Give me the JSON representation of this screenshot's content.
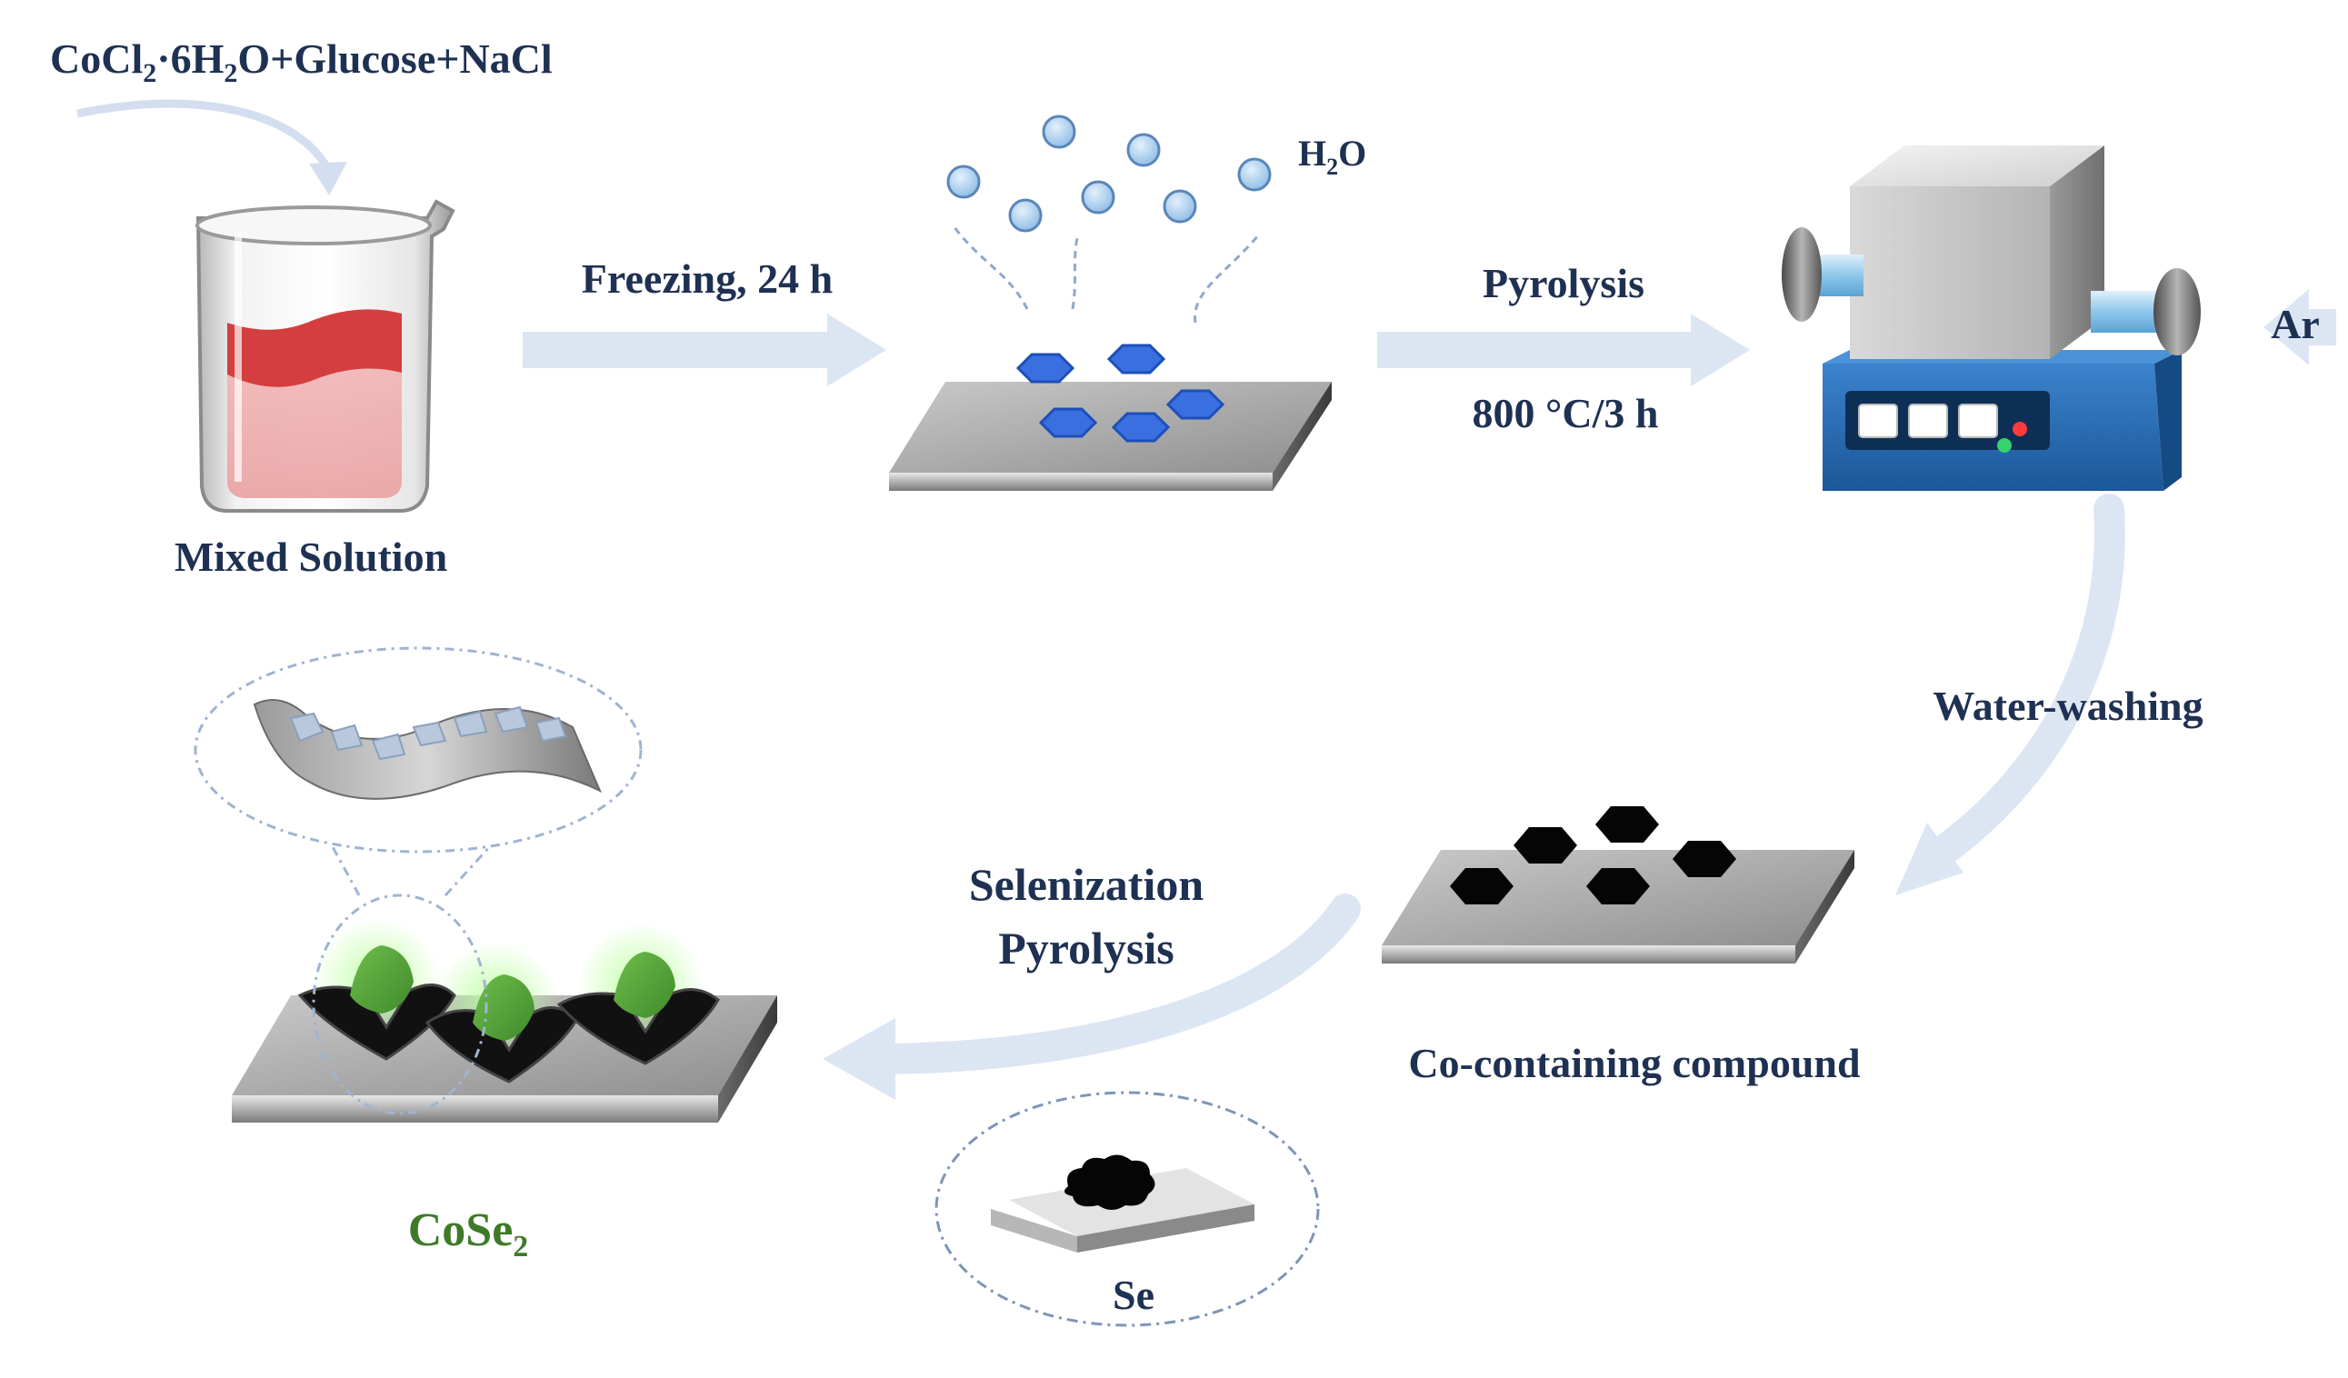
{
  "reactants": {
    "formula_parts": [
      {
        "t": "CoCl",
        "sub": false
      },
      {
        "t": "2",
        "sub": true
      },
      {
        "t": "·6H",
        "sub": false
      },
      {
        "t": "2",
        "sub": true
      },
      {
        "t": "O+Glucose+NaCl",
        "sub": false
      }
    ]
  },
  "beaker": {
    "label": "Mixed Solution"
  },
  "freezing": {
    "label": "Freezing, 24 h"
  },
  "water_vapor": {
    "label_parts": [
      {
        "t": "H",
        "sub": false
      },
      {
        "t": "2",
        "sub": true
      },
      {
        "t": "O",
        "sub": false
      }
    ]
  },
  "pyrolysis_step": {
    "label": "Pyrolysis",
    "condition": "800 °C/3 h"
  },
  "furnace": {
    "gas_label": "Ar"
  },
  "washing": {
    "label": "Water-washing"
  },
  "intermediate": {
    "label": "Co-containing compound"
  },
  "selenization": {
    "line1": "Selenization",
    "line2": "Pyrolysis"
  },
  "selenium_source": {
    "label": "Se"
  },
  "product": {
    "label_parts": [
      {
        "t": "CoSe",
        "sub": false
      },
      {
        "t": "2",
        "sub": true
      }
    ]
  },
  "colors": {
    "title_text": "#1f3153",
    "product_text": "#3f7a2a",
    "arrow": "#dce6f3",
    "ice_crystal": "#3a6fe0",
    "water_droplet": "#b7d4f2",
    "furnace_body": "#2166b0",
    "product_green": "#4fa03a",
    "solution_red": "#d43e3e"
  }
}
